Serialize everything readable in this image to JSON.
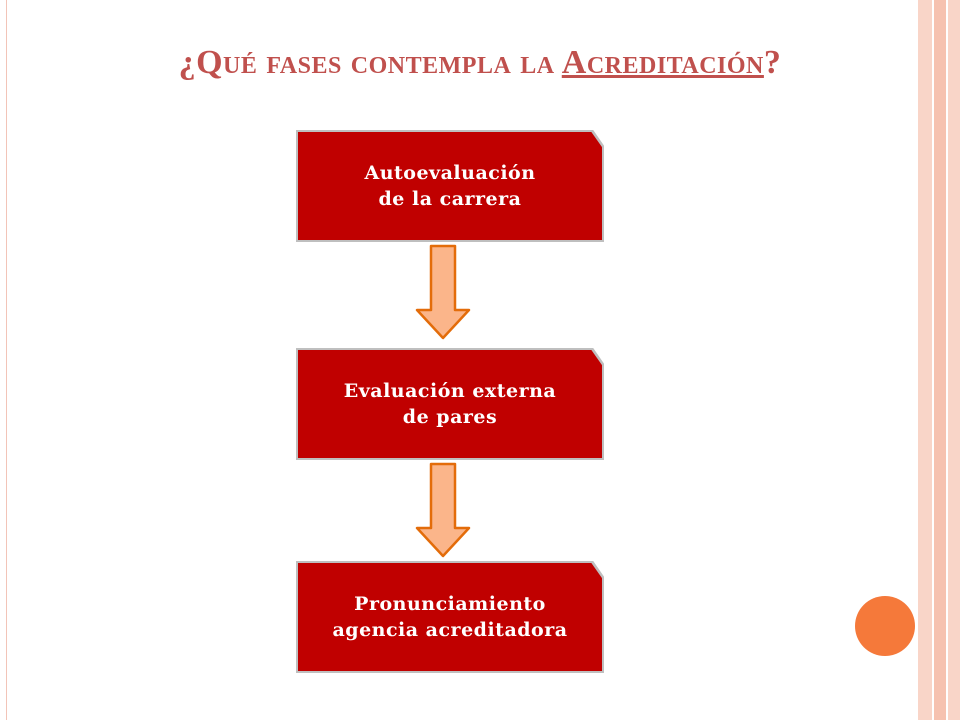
{
  "slide": {
    "title_prefix": "¿Qué fases contempla la ",
    "title_highlight": "Acreditación",
    "title_suffix": "?"
  },
  "flow": {
    "steps": [
      {
        "label_line1": "Autoevaluación",
        "label_line2": "de la carrera"
      },
      {
        "label_line1": "Evaluación externa",
        "label_line2": "de pares"
      },
      {
        "label_line1": "Pronunciamiento",
        "label_line2": "agencia acreditadora"
      }
    ]
  },
  "colors": {
    "title": "#c0504d",
    "box": "#c00000",
    "arrow_fill": "#fbb58a",
    "arrow_stroke": "#e36c0a",
    "accent_circle": "#f5793a"
  }
}
